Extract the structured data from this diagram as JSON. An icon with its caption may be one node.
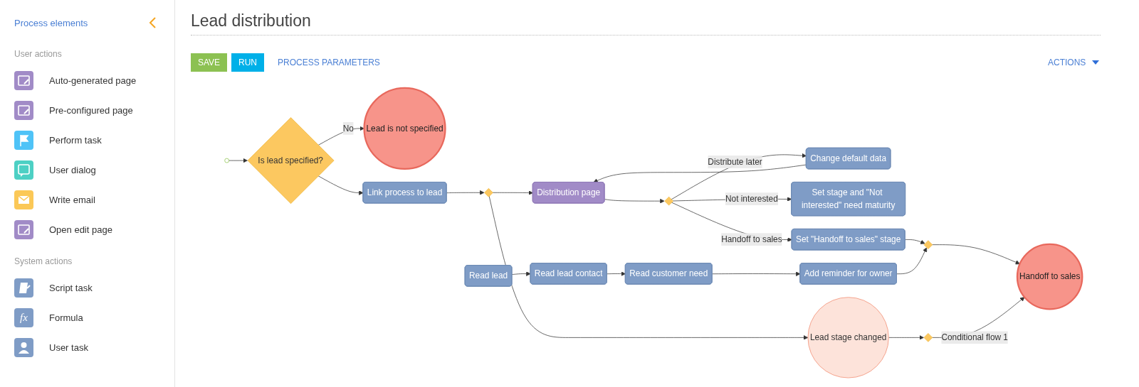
{
  "diagram": {
    "title": "Lead distribution",
    "nodes": [
      {
        "text": [],
        "shape": "circle"
      },
      {
        "text": [
          "Is lead specified?"
        ]
      },
      {
        "text": [
          "Lead is not specified"
        ]
      },
      {
        "text": [
          "Link process to lead"
        ]
      },
      {
        "text": [],
        "shape": "diamond"
      },
      {
        "text": [
          "Distribution page"
        ]
      },
      {
        "text": [],
        "shape": "diamond"
      },
      {
        "text": [
          "Change default data"
        ]
      },
      {
        "text": [
          "Set stage and \"Not interested\" need maturity"
        ]
      },
      {
        "text": [
          "Set \"Handoff to sales\" stage"
        ]
      },
      {
        "text": [
          "Read lead"
        ]
      },
      {
        "text": [
          "Read lead contact"
        ]
      },
      {
        "text": [
          "Read customer need"
        ]
      },
      {
        "text": [
          "Add reminder for owner"
        ]
      },
      {
        "text": [],
        "shape": "diamond"
      },
      {
        "text": [
          "Handoff to sales"
        ]
      },
      {
        "text": [
          "Lead stage changed"
        ]
      },
      {
        "text": [],
        "shape": "diamond"
      }
    ],
    "edges": [
      {
        "from": 0,
        "to": 1,
        "arrow": "to"
      },
      {
        "from": 1,
        "to": 2,
        "arrow": "to",
        "label": "No"
      },
      {
        "from": 1,
        "to": 3,
        "arrow": "to"
      },
      {
        "from": 3,
        "to": 4,
        "arrow": "to"
      },
      {
        "from": 4,
        "to": 5,
        "arrow": "to"
      },
      {
        "from": 5,
        "to": 6,
        "arrow": "to"
      },
      {
        "from": 6,
        "to": 7,
        "arrow": "to",
        "label": "Distribute later"
      },
      {
        "from": 6,
        "to": 9,
        "arrow": "to",
        "label": "Handoff to sales"
      },
      {
        "from": 6,
        "to": 8,
        "arrow": "to",
        "label": "Not interested"
      },
      {
        "from": 7,
        "to": 5,
        "arrow": "to"
      },
      {
        "from": 9,
        "to": 14,
        "arrow": "to"
      },
      {
        "from": 10,
        "to": 11,
        "arrow": "to"
      },
      {
        "from": 11,
        "to": 12,
        "arrow": "to"
      },
      {
        "from": 12,
        "to": 13,
        "arrow": "to"
      },
      {
        "from": 13,
        "to": 14,
        "arrow": "to"
      },
      {
        "from": 14,
        "to": 15,
        "arrow": "to"
      },
      {
        "from": 4,
        "to": 16,
        "arrow": "to"
      },
      {
        "from": 16,
        "to": 17,
        "arrow": "to"
      },
      {
        "from": 17,
        "to": 15,
        "arrow": "to",
        "label": "Conditional flow 1"
      }
    ],
    "labels": [
      "Process elements",
      "User actions",
      "Auto-generated page",
      "Pre-configured page",
      "Perform task",
      "User dialog",
      "Write email",
      "Open edit page",
      "System actions",
      "Script task",
      "fx",
      "Formula",
      "User task",
      "SAVE",
      "RUN",
      "PROCESS PARAMETERS",
      "ACTIONS"
    ]
  }
}
